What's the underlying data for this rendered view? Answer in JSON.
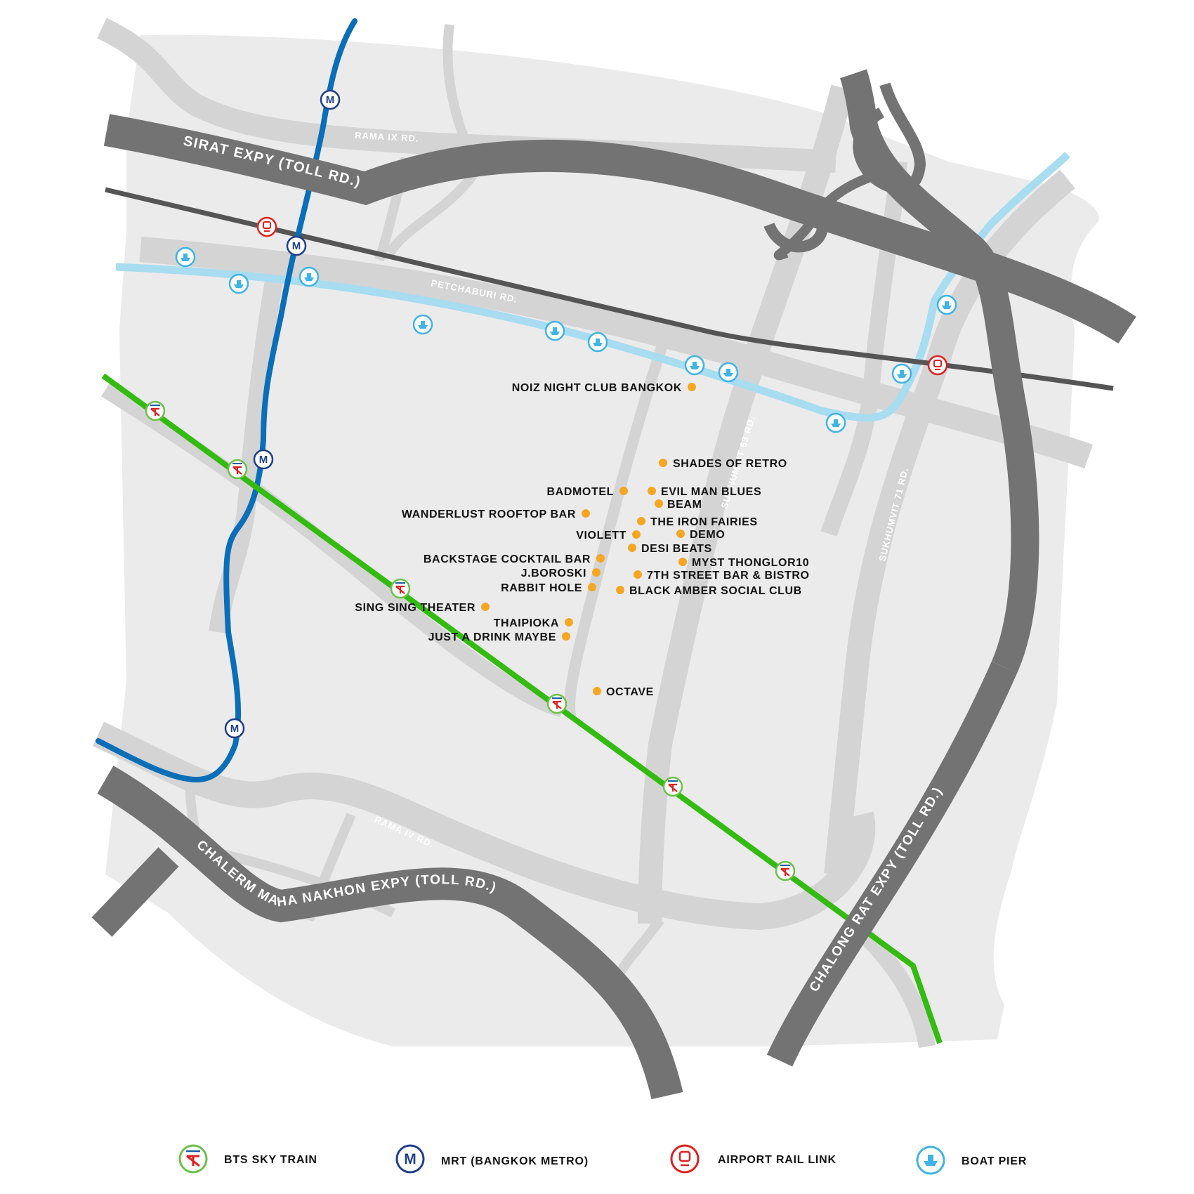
{
  "roads": {
    "rama_ix": "RAMA IX RD.",
    "petchaburi": "PETCHABURI RD.",
    "sukhumvit_63": "SUKHUMVIT 63 RD.",
    "sukhumvit_71": "SUKHUMVIT 71 RD.",
    "rama_iv": "RAMA IV RD."
  },
  "expressways": {
    "sirat": "SIRAT EXPY (TOLL RD.)",
    "chalerm": "CHALERM MAHA NAKHON EXPY (TOLL RD.)",
    "chalong": "CHALONG RAT EXPY (TOLL RD.)"
  },
  "venues": {
    "noiz": "NOIZ NIGHT CLUB BANGKOK",
    "shades": "SHADES OF RETRO",
    "badmotel": "BADMOTEL",
    "evilman": "EVIL MAN BLUES",
    "beam": "BEAM",
    "wanderlust": "WANDERLUST ROOFTOP BAR",
    "ironfairies": "THE IRON FAIRIES",
    "violett": "VIOLETT",
    "demo": "DEMO",
    "desibeats": "DESI BEATS",
    "backstage": "BACKSTAGE COCKTAIL BAR",
    "myst": "MYST THONGLOR10",
    "jboroski": "J.BOROSKI",
    "seventh": "7TH STREET BAR & BISTRO",
    "rabbithole": "RABBIT HOLE",
    "blackamber": "BLACK AMBER SOCIAL CLUB",
    "singsing": "SING SING THEATER",
    "thaipioka": "THAIPIOKA",
    "justadrink": "JUST A DRINK MAYBE",
    "octave": "OCTAVE"
  },
  "legend": {
    "bts": "BTS SKY TRAIN",
    "mrt": "MRT (BANGKOK METRO)",
    "arl": "AIRPORT RAIL LINK",
    "boat": "BOAT PIER"
  },
  "icons": {
    "bts": "bts-icon",
    "mrt": "mrt-icon",
    "arl": "arl-icon",
    "boat": "boat-pier-icon",
    "venue": "venue-marker-icon"
  },
  "colors": {
    "bts_line": "#33bb11",
    "mrt_line": "#0a6eb8",
    "arl_line": "#555555",
    "canal": "#a8dcf0",
    "venue": "#f5a623",
    "expressway": "#737373",
    "road": "#d4d4d4",
    "area": "#ebebeb"
  }
}
